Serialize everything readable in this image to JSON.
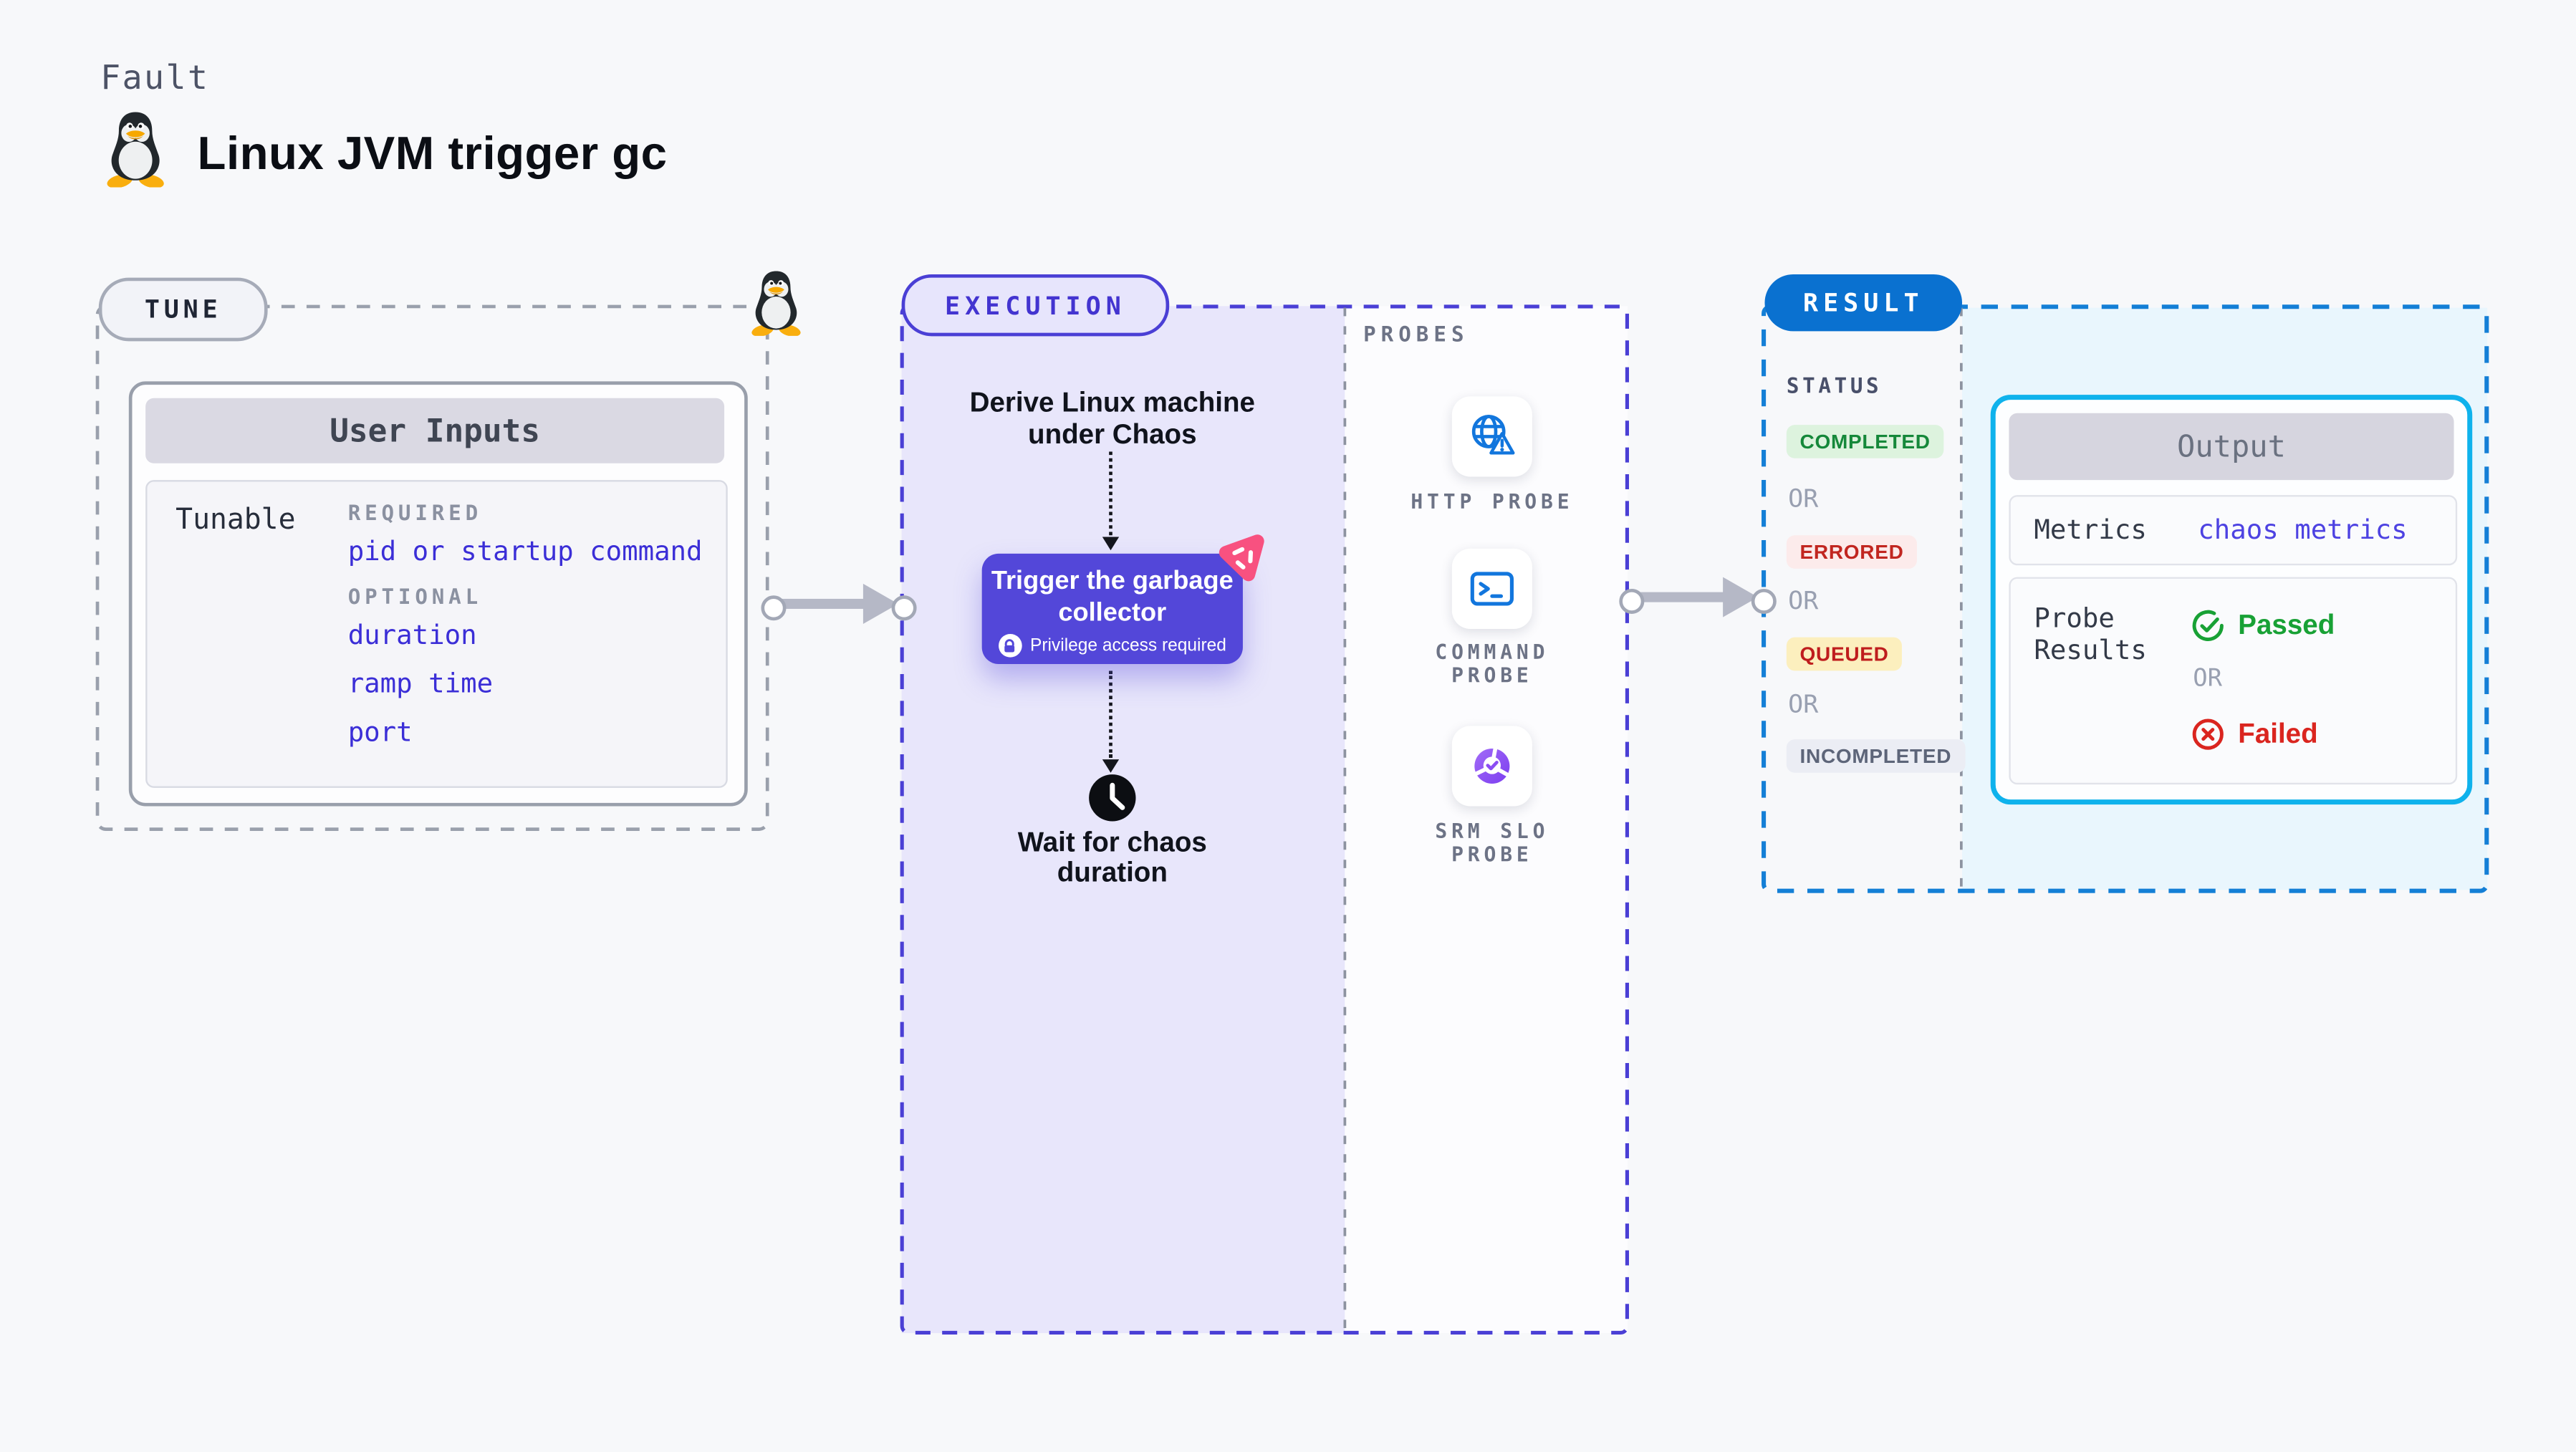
{
  "header": {
    "eyebrow": "Fault",
    "title": "Linux JVM trigger gc"
  },
  "tune": {
    "badge": "TUNE",
    "card": {
      "title": "User Inputs",
      "row_label": "Tunable",
      "required_label": "REQUIRED",
      "required_items": [
        "pid or startup command"
      ],
      "optional_label": "OPTIONAL",
      "optional_items": [
        "duration",
        "ramp time",
        "port"
      ]
    }
  },
  "execution": {
    "badge": "EXECUTION",
    "derive_step": "Derive Linux machine under Chaos",
    "action": {
      "title": "Trigger the garbage collector",
      "note": "Privilege access required"
    },
    "wait_step": "Wait for chaos duration",
    "probes": {
      "heading": "PROBES",
      "items": [
        "HTTP PROBE",
        "COMMAND PROBE",
        "SRM SLO PROBE"
      ]
    }
  },
  "result": {
    "badge": "RESULT",
    "status_heading": "STATUS",
    "or_label": "OR",
    "statuses": [
      {
        "label": "COMPLETED",
        "fg": "#15883a",
        "bg": "#ddf3de"
      },
      {
        "label": "ERRORED",
        "fg": "#c12620",
        "bg": "#fcebeb"
      },
      {
        "label": "QUEUED",
        "fg": "#bf1d1d",
        "bg": "#fcefbe"
      },
      {
        "label": "INCOMPLETED",
        "fg": "#5d6579",
        "bg": "#ebedf4"
      }
    ],
    "output": {
      "title": "Output",
      "metrics_label": "Metrics",
      "metrics_value": "chaos metrics",
      "probe_results_label": "Probe Results",
      "passed": "Passed",
      "or_label": "OR",
      "failed": "Failed"
    }
  },
  "colors": {
    "page_bg": "#f7f8fa",
    "tune_dash": "#9aa0ac",
    "execution_accent": "#4a3fd5",
    "execution_fill": "#e8e6fb",
    "result_accent": "#147fd6",
    "result_fill": "#e9f6fd",
    "output_border": "#0fb2ec",
    "action_bg": "#5347d9",
    "chaos_pink": "#f85180",
    "link_blue": "#3b2ed7",
    "passed_green": "#18a135",
    "failed_red": "#da251f",
    "probe_icon_blue": "#1276dd",
    "slo_purple": "#8b4df3"
  }
}
